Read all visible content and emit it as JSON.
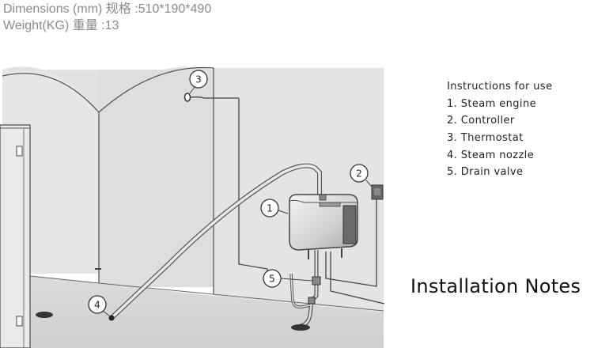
{
  "specs": {
    "dimensions": "Dimensions (mm) 规格 :510*190*490",
    "weight": "Weight(KG) 重量 :13"
  },
  "instructions": {
    "title": "Instructions for use",
    "items": [
      "1. Steam engine",
      "2. Controller",
      "3. Thermostat",
      "4. Steam nozzle",
      "5. Drain valve"
    ]
  },
  "notes_title": "Installation Notes",
  "callouts": [
    "1",
    "2",
    "3",
    "4",
    "5"
  ],
  "colors": {
    "wall": "#e3e3e3",
    "wall_dark": "#d8d8d8",
    "floor": "#d4d4d4",
    "line": "#555555",
    "unit_body": "#c8c8c8"
  }
}
